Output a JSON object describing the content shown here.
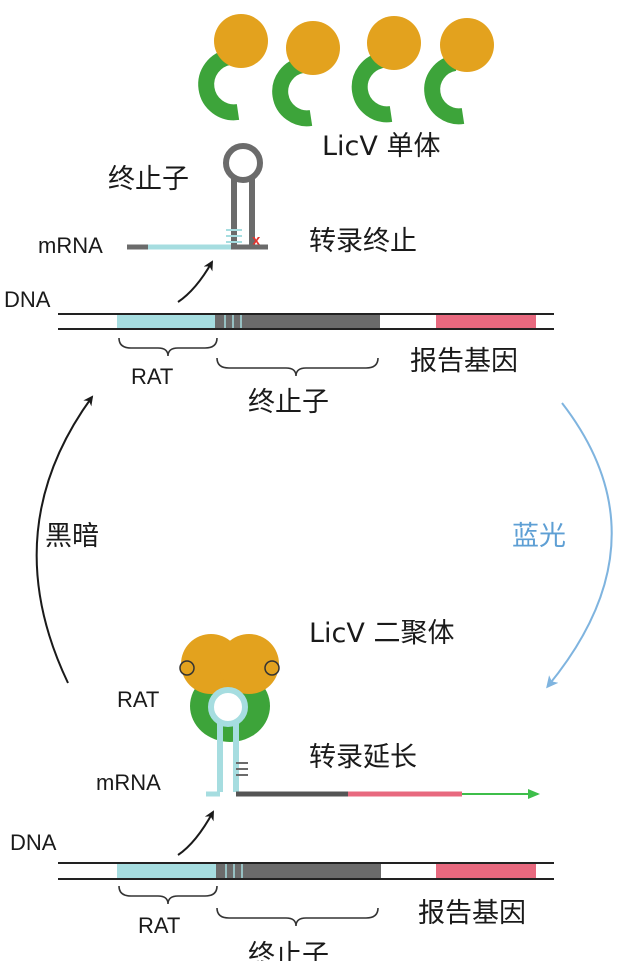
{
  "top": {
    "monomer_label": "LicV 单体",
    "terminator_label": "终止子",
    "mrna_label": "mRNA",
    "termination_label": "转录终止",
    "dna_label": "DNA",
    "rat_label": "RAT",
    "terminator_region_label": "终止子",
    "reporter_label": "报告基因"
  },
  "cycle": {
    "dark_label": "黑暗",
    "blue_light_label": "蓝光"
  },
  "bottom": {
    "dimer_label": "LicV 二聚体",
    "rat_label": "RAT",
    "mrna_label": "mRNA",
    "elongation_label": "转录延长",
    "dna_label": "DNA",
    "rat_region_label": "RAT",
    "reporter_label": "报告基因",
    "terminator_region_label": "终止子"
  },
  "colors": {
    "protein_yellow": "#E3A21E",
    "protein_green": "#3DA43A",
    "rat_cyan": "#A6DDE0",
    "terminator_gray": "#6B6B6B",
    "reporter_pink": "#E8697F",
    "blue_arrow": "#7FB4DF",
    "green_arrow": "#3DBE4A"
  }
}
